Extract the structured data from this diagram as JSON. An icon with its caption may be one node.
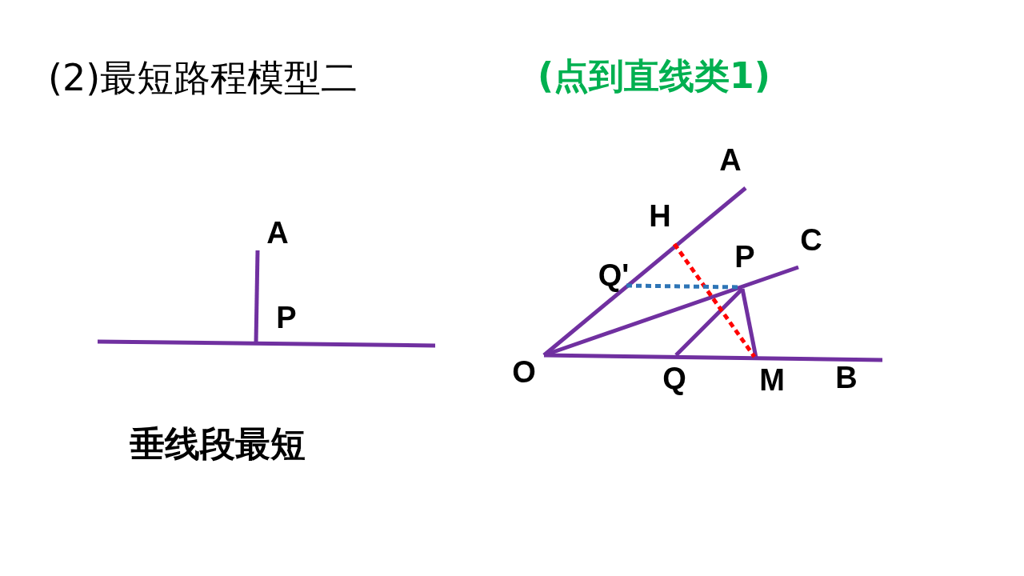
{
  "diagram": {
    "title": "(2)最短路程模型二",
    "labels": [
      "(点到直线类1)",
      "A",
      "H",
      "A",
      "C",
      "P",
      "Q'",
      "P",
      "O",
      "Q",
      "M",
      "B",
      "垂线段最短"
    ]
  }
}
